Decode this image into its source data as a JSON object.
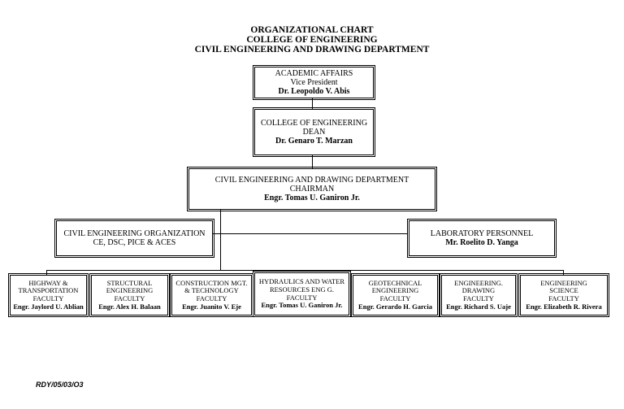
{
  "title": {
    "line1": "ORGANIZATIONAL CHART",
    "line2": "COLLEGE OF ENGINEERING",
    "line3": "CIVIL ENGINEERING AND DRAWING DEPARTMENT"
  },
  "academic_affairs": {
    "unit": "ACADEMIC AFFAIRS",
    "position": "Vice President",
    "name": "Dr. Leopoldo V. Abis"
  },
  "dean": {
    "unit": "COLLEGE OF ENGINEERING",
    "position": "DEAN",
    "name": "Dr. Genaro T. Marzan"
  },
  "chairman": {
    "unit": "CIVIL ENGINEERING AND DRAWING DEPARTMENT",
    "position": "CHAIRMAN",
    "name": "Engr. Tomas U. Ganiron Jr."
  },
  "organization": {
    "line1": "CIVIL ENGINEERING ORGANIZATION",
    "line2": "CE, DSC,  PICE & ACES"
  },
  "laboratory": {
    "unit": "LABORATORY PERSONNEL",
    "name": "Mr. Roelito D. Yanga"
  },
  "faculties": [
    {
      "lines": [
        "HIGHWAY &",
        "TRANSPORTATION",
        "FACULTY"
      ],
      "name": "Engr. Jaylord U. Ablian"
    },
    {
      "lines": [
        "STRUCTURAL",
        "ENGINEERING",
        "FACULTY"
      ],
      "name": "Engr. Alex H. Balaan"
    },
    {
      "lines": [
        "CONSTRUCTION MGT.",
        "& TECHNOLOGY",
        "FACULTY"
      ],
      "name": "Engr. Juanito V. Eje"
    },
    {
      "lines": [
        "HYDRAULICS AND WATER",
        "RESOURCES ENG G.",
        "FACULTY"
      ],
      "name": "Engr. Tomas U. Ganiron Jr."
    },
    {
      "lines": [
        "GEOTECHNICAL",
        "ENGINEERING",
        "FACULTY"
      ],
      "name": "Engr. Gerardo H. Garcia"
    },
    {
      "lines": [
        "ENGINEERING.",
        "DRAWING",
        "FACULTY"
      ],
      "name": "Engr. Richard S. Uaje"
    },
    {
      "lines": [
        "ENGINEERING",
        "SCIENCE",
        "FACULTY"
      ],
      "name": "Engr. Elizabeth R. Rivera"
    }
  ],
  "footer": "RDY/05/03/O3"
}
